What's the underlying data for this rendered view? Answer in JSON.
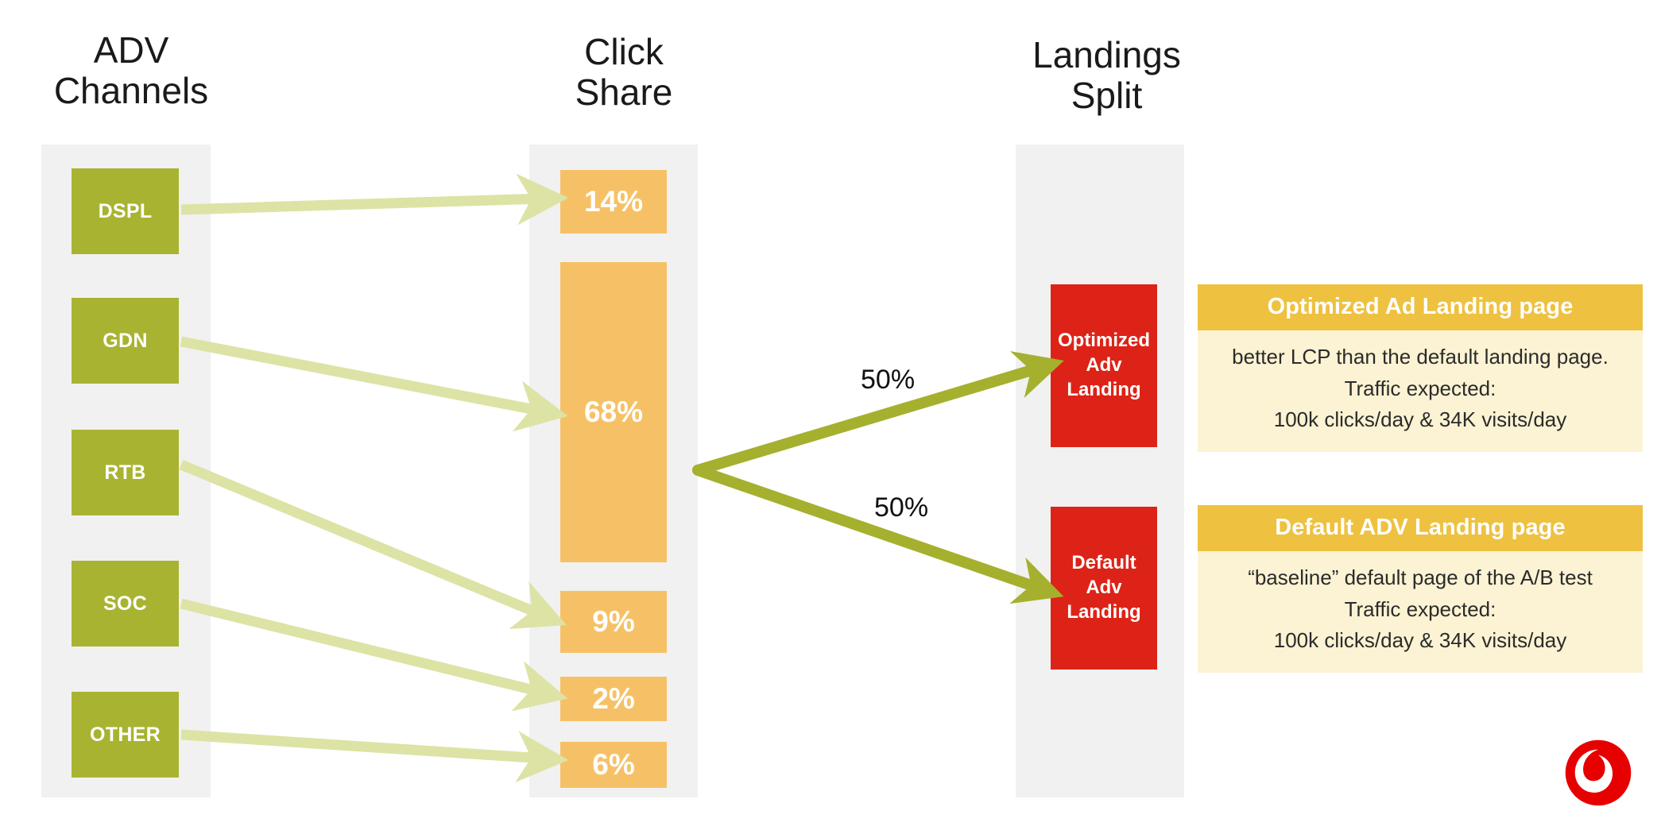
{
  "columns": {
    "adv_channels_heading": "ADV\nChannels",
    "click_share_heading": "Click\nShare",
    "landings_split_heading": "Landings\nSplit"
  },
  "adv_channels": [
    {
      "label": "DSPL"
    },
    {
      "label": "GDN"
    },
    {
      "label": "RTB"
    },
    {
      "label": "SOC"
    },
    {
      "label": "OTHER"
    }
  ],
  "click_share": [
    {
      "label": "14%",
      "value": 14
    },
    {
      "label": "68%",
      "value": 68
    },
    {
      "label": "9%",
      "value": 9
    },
    {
      "label": "2%",
      "value": 2
    },
    {
      "label": "6%",
      "value": 6
    }
  ],
  "split": {
    "top_label": "50%",
    "bottom_label": "50%"
  },
  "landings": [
    {
      "label": "Optimized\nAdv\nLanding"
    },
    {
      "label": "Default\nAdv\nLanding"
    }
  ],
  "info_cards": [
    {
      "title": "Optimized Ad Landing page",
      "body": "better LCP than the default landing page.\nTraffic expected:\n100k clicks/day  & 34K visits/day"
    },
    {
      "title": "Default ADV Landing page",
      "body": "“baseline” default page of the A/B test\nTraffic expected:\n100k clicks/day  & 34K visits/day"
    }
  ],
  "brand": {
    "logo_name": "vodafone-logo",
    "logo_color": "#e60000"
  },
  "colors": {
    "channel_green": "#a8b431",
    "share_orange": "#f6c166",
    "landing_red": "#dd2317",
    "card_header": "#eec140",
    "card_body": "#fbf3d3",
    "band_grey": "#f1f1f1",
    "light_arrow": "#dde3a5",
    "bold_arrow": "#a8b431"
  },
  "chart_data": {
    "type": "diagram",
    "title": "ADV Channels to Click Share to Landings Split funnel",
    "stages": [
      "ADV Channels",
      "Click Share",
      "Landings Split"
    ],
    "categories": [
      "14%",
      "68%",
      "9%",
      "2%",
      "6%"
    ],
    "values": [
      14,
      68,
      9,
      2,
      6
    ],
    "split_values": [
      50,
      50
    ],
    "channels": [
      "DSPL",
      "GDN",
      "RTB",
      "SOC",
      "OTHER"
    ],
    "landings": [
      "Optimized Adv Landing",
      "Default Adv Landing"
    ]
  }
}
